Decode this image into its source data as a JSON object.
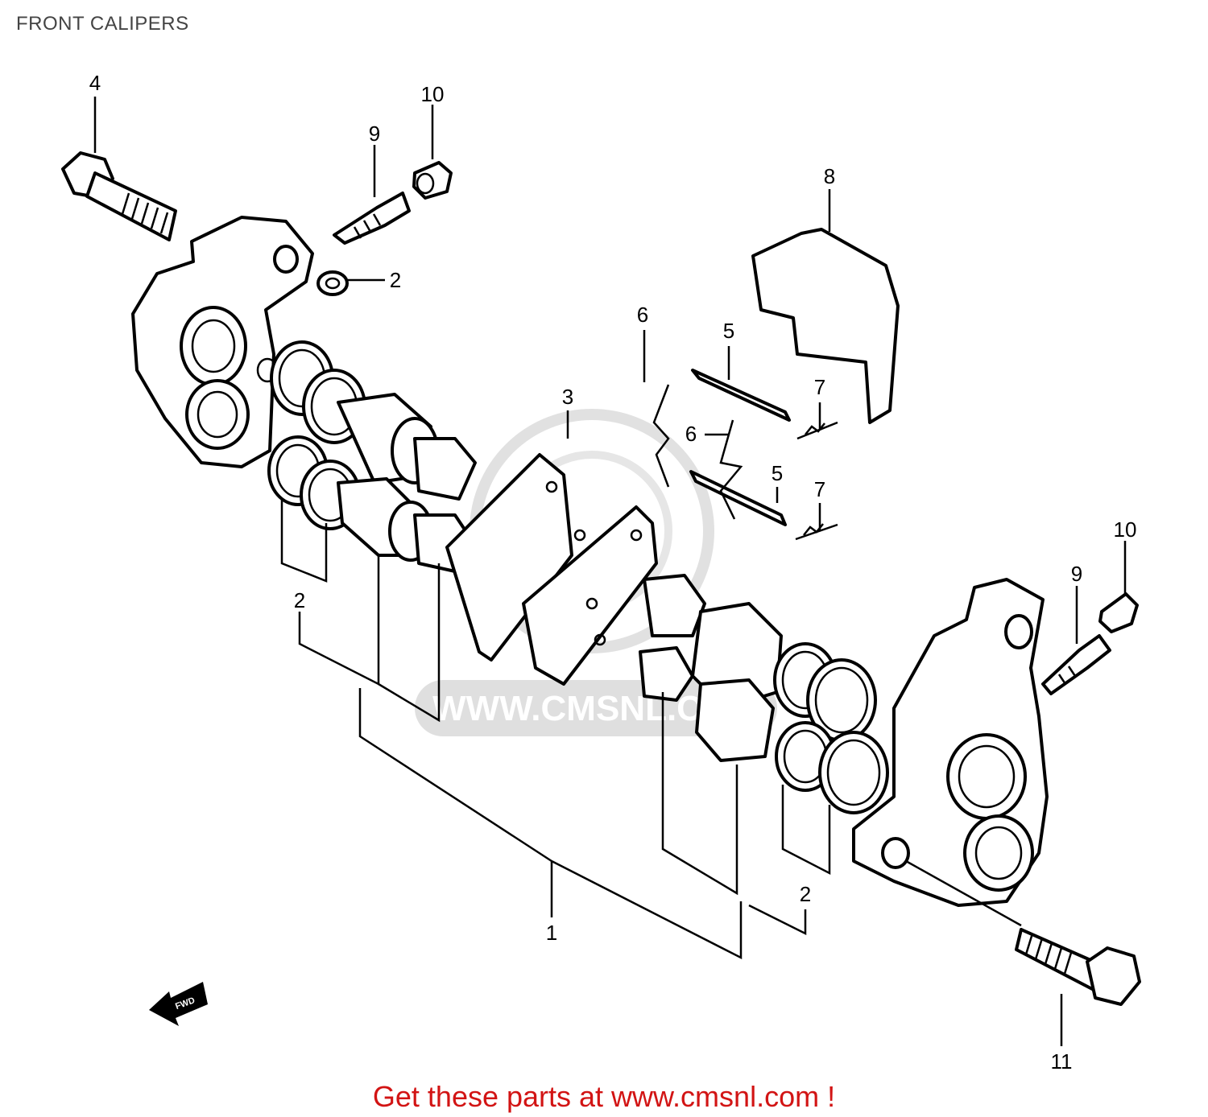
{
  "title": "FRONT CALIPERS",
  "footer": "Get these parts at www.cmsnl.com !",
  "watermark": "WWW.CMSNL.COM",
  "direction_arrow": "FWD",
  "callouts": {
    "c1": "1",
    "c2a": "2",
    "c2b": "2",
    "c2c": "2",
    "c3": "3",
    "c4": "4",
    "c5a": "5",
    "c5b": "5",
    "c6a": "6",
    "c6b": "6",
    "c7a": "7",
    "c7b": "7",
    "c8": "8",
    "c9a": "9",
    "c9b": "9",
    "c10a": "10",
    "c10b": "10",
    "c11": "11"
  },
  "colors": {
    "footer": "#d21414",
    "title": "#444444",
    "watermark": "#d9d9d9"
  }
}
